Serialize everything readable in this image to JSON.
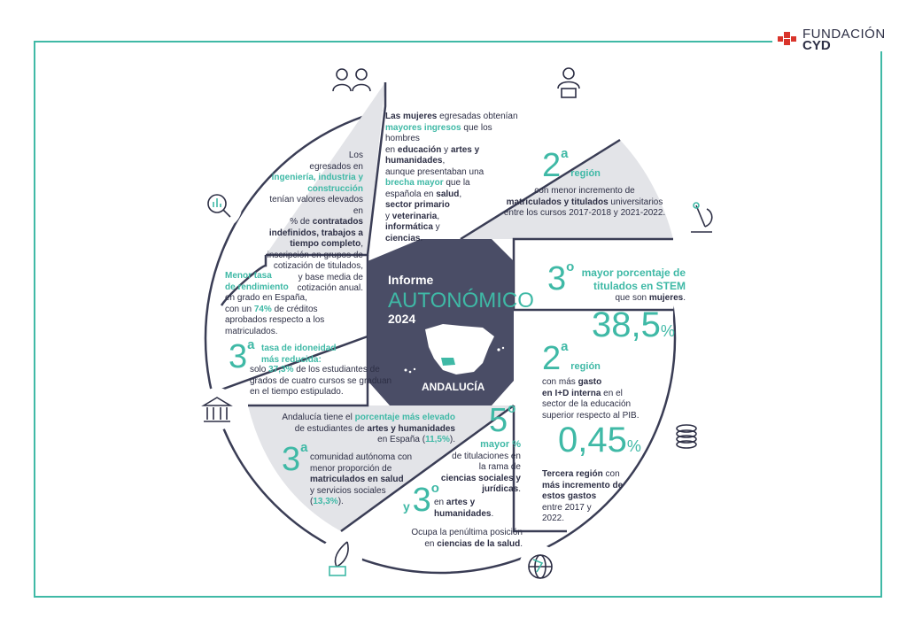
{
  "logo": {
    "line1": "FUNDACIÓN",
    "line2": "CYD"
  },
  "colors": {
    "teal": "#3fb9a6",
    "navy": "#4a4d66",
    "grey": "#e3e4e8",
    "red": "#d9342b"
  },
  "center": {
    "informe": "Informe",
    "autonomico": "AUTONÓMICO",
    "year": "2024",
    "region": "ANDALUCÍA"
  },
  "s_women": {
    "p1": "Las mujeres",
    "p2": " egresadas obtenían",
    "p3": "mayores ingresos",
    "p4": " que los hombres",
    "p5": "en ",
    "p6": "educación",
    "p7": " y ",
    "p8": "artes y",
    "p9": "humanidades",
    "p10": ",",
    "p11": "aunque presentaban una",
    "p12": "brecha mayor",
    "p13": " que la",
    "p14": "española en ",
    "p15": "salud",
    "p16": "sector primario",
    "p17": "y ",
    "p18": "veterinaria",
    "p19": "informática",
    "p20": " y",
    "p21": "ciencias",
    "p22": "."
  },
  "s_region2": {
    "num": "2",
    "sup": "a",
    "region": "región",
    "l1": "con menor incremento de",
    "l2a": "matriculados y titulados",
    "l2b": " universitarios",
    "l3": "entre los cursos 2017-2018 y 2021-2022."
  },
  "s_stem": {
    "num": "3",
    "sup": "o",
    "t1": "mayor porcentaje de",
    "t2": "titulados en STEM",
    "t3a": "que son ",
    "t3b": "mujeres",
    "t3c": ".",
    "pct": "38,5",
    "pctsign": "%"
  },
  "s_id": {
    "num": "2",
    "sup": "a",
    "region": "región",
    "l1a": "con más ",
    "l1b": "gasto",
    "l2a": "en I+D interna",
    "l2b": " en el",
    "l3": "sector de la educación",
    "l4": "superior respecto al PIB.",
    "val": "0,45",
    "valsign": "%",
    "m1": "Tercera región",
    "m1b": " con",
    "m2": "más incremento de",
    "m3": "estos gastos",
    "m4": "entre 2017 y",
    "m5": "2022."
  },
  "s_social": {
    "num": "5",
    "sup": "o",
    "l0": "mayor %",
    "l1": "de titulaciones en",
    "l2": "la rama de",
    "l3": "ciencias sociales y",
    "l4": "jurídicas",
    "l4b": ".",
    "y": "y",
    "num2": "3",
    "sup2": "o",
    "l5a": "en ",
    "l5b": "artes y",
    "l6": "humanidades",
    "l6b": ".",
    "l7": "Ocupa la penúltima posición",
    "l8a": "en ",
    "l8b": "ciencias de la salud",
    "l8c": "."
  },
  "s_arts": {
    "l1a": "Andalucía tiene el ",
    "l1b": "porcentaje más elevado",
    "l2a": "de estudiantes de ",
    "l2b": "artes y humanidades",
    "l3a": "en España (",
    "l3b": "11,5%",
    "l3c": ").",
    "num": "3",
    "sup": "a",
    "m1": "comunidad autónoma con",
    "m2": "menor proporción de",
    "m3": "matriculados en salud",
    "m4": "y servicios sociales",
    "m5a": "(",
    "m5b": "13,3%",
    "m5c": ")."
  },
  "s_perf": {
    "t1": "Menor tasa",
    "t2": "de rendimiento",
    "l1": "en grado en España,",
    "l2a": "con un ",
    "l2b": "74%",
    "l2c": " de créditos",
    "l3": "aprobados respecto a los",
    "l4": "matriculados.",
    "num": "3",
    "sup": "a",
    "s1": "tasa de idoneidad",
    "s2": "más reducida:",
    "m1a": "solo ",
    "m1b": "37,3%",
    "m1c": " de los estudiantes de",
    "m2": "grados de cuatro cursos se graduan",
    "m3": "en el tiempo estipulado."
  },
  "s_eng": {
    "l1": "Los",
    "l2": "egresados en",
    "l3": "ingeniería, industria y",
    "l4": "construcción",
    "l5": "tenían valores elevados en",
    "l6a": "% de ",
    "l6b": "contratados",
    "l7": "indefinidos, trabajos a",
    "l8": "tiempo completo",
    "l8b": ",",
    "l9": "inscripción en grupos de",
    "l10": "cotización de titulados,",
    "l11": "y base media de",
    "l12": "cotización anual."
  }
}
